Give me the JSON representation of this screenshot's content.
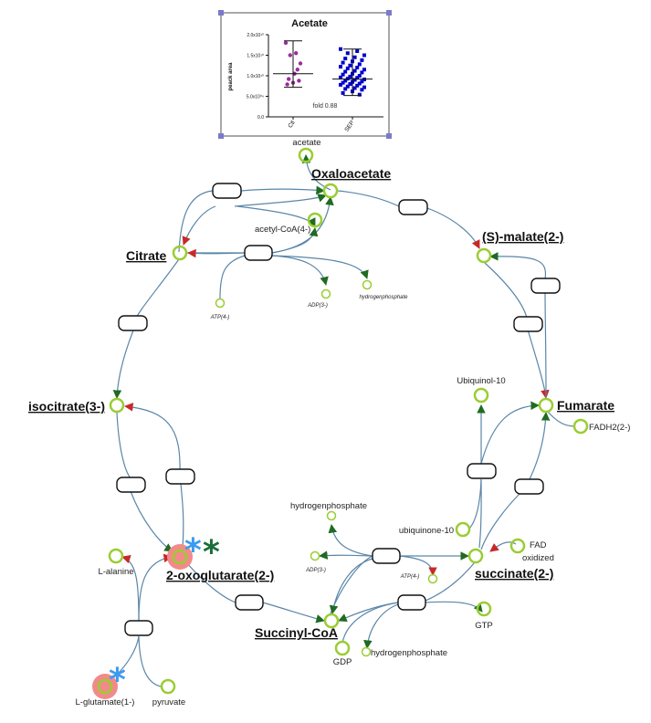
{
  "chart_data": {
    "type": "scatter",
    "title": "Acetate",
    "ylabel": "peack area",
    "yticks": [
      "0.0",
      "5.0x10⁰⁹",
      "1.0x10¹⁰",
      "1.5x10¹⁰",
      "2.0x10¹⁰"
    ],
    "ylim": [
      0,
      20000000000.0
    ],
    "categories": [
      "Ctl",
      "SEP"
    ],
    "annotation": "fold 0.88",
    "series": [
      {
        "name": "Ctl",
        "color": "#9B2C9B",
        "marker": "circle",
        "mean": 10500000000.0,
        "error": [
          7200000000.0,
          18500000000.0
        ],
        "values": [
          18000000000.0,
          15500000000.0,
          15000000000.0,
          13000000000.0,
          10500000000.0,
          9200000000.0,
          8800000000.0,
          8300000000.0,
          7900000000.0,
          11500000000.0
        ]
      },
      {
        "name": "SEP",
        "color": "#0000CC",
        "marker": "square",
        "mean": 9200000000.0,
        "error": [
          5200000000.0,
          16500000000.0
        ],
        "values": [
          16500000000.0,
          16000000000.0,
          15500000000.0,
          15000000000.0,
          14500000000.0,
          14200000000.0,
          13800000000.0,
          13500000000.0,
          13200000000.0,
          12800000000.0,
          12500000000.0,
          12200000000.0,
          12000000000.0,
          11800000000.0,
          11500000000.0,
          11200000000.0,
          11000000000.0,
          10800000000.0,
          10500000000.0,
          10300000000.0,
          10000000000.0,
          9800000000.0,
          9600000000.0,
          9500000000.0,
          9300000000.0,
          9100000000.0,
          9000000000.0,
          8800000000.0,
          8600000000.0,
          8500000000.0,
          8300000000.0,
          8100000000.0,
          8000000000.0,
          7800000000.0,
          7600000000.0,
          7400000000.0,
          7200000000.0,
          7000000000.0,
          6800000000.0,
          6600000000.0,
          6200000000.0,
          5800000000.0,
          5400000000.0
        ]
      }
    ]
  },
  "labels": {
    "acetate": "acetate",
    "oxaloacetate": "Oxaloacetate",
    "acetyl_coa": "acetyl-CoA(4-)",
    "citrate": "Citrate",
    "atp1": "ATP(4-)",
    "adp1": "ADP(3-)",
    "hp1": "hydrogenphosphate",
    "s_malate": "(S)-malate(2-)",
    "isocitrate": "isocitrate(3-)",
    "ubiquinol": "Ubiquinol-10",
    "fumarate": "Fumarate",
    "fadh2": "FADH2(2-)",
    "hp2": "hydrogenphosphate",
    "ubiquinone": "ubiquinone-10",
    "fad": "FAD",
    "oxidized": "oxidized",
    "l_alanine": "L-alanine",
    "oxoglutarate": "2-oxoglutarate(2-)",
    "adp2": "ADP(3-)",
    "atp2": "ATP(4-)",
    "succinate": "succinate(2-)",
    "gtp": "GTP",
    "succinyl_coa": "Succinyl-CoA",
    "gdp": "GDP",
    "hp3": "hydrogenphosphate",
    "l_glutamate": "L-glutamate(1-)",
    "pyruvate": "pyruvate"
  },
  "stars": {
    "blue_color": "#3C9BF0",
    "green_color": "#1A6E3A",
    "symbol": "*"
  }
}
